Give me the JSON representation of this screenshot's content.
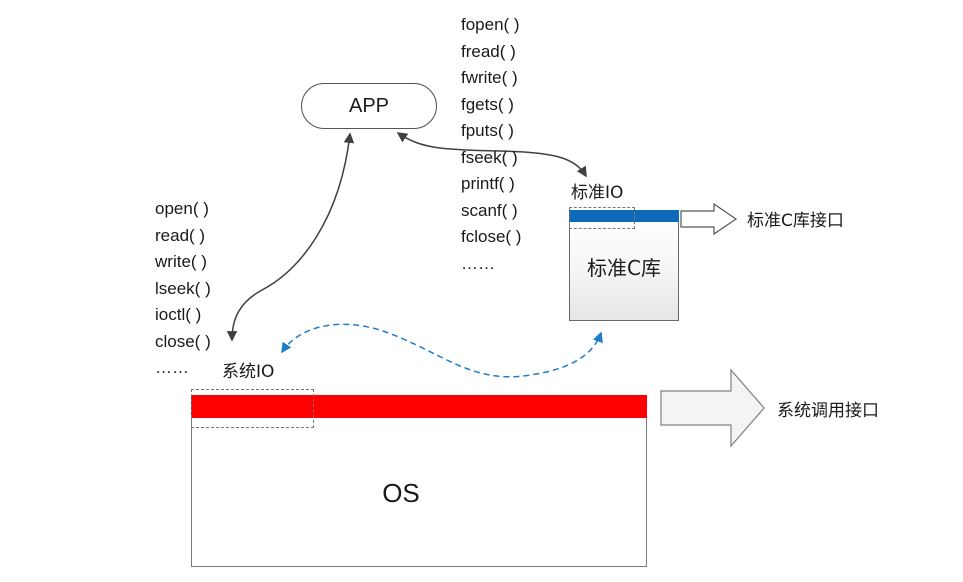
{
  "app": {
    "label": "APP"
  },
  "stdio_functions": [
    "fopen( )",
    "fread( )",
    "fwrite( )",
    "fgets( )",
    "fputs( )",
    "fseek( )",
    "printf( )",
    "scanf( )",
    "fclose( )",
    "……"
  ],
  "sysio_functions": [
    "open( )",
    "read( )",
    "write( )",
    "lseek( )",
    "ioctl( )",
    "close( )",
    "……"
  ],
  "std_io": {
    "label": "标准IO",
    "box_label": "标准C库",
    "interface_label": "标准C库接口",
    "bar_color": "#0e6ab8"
  },
  "sys_io": {
    "label": "系统IO",
    "box_label": "OS",
    "interface_label": "系统调用接口",
    "bar_color": "#ff0000"
  },
  "colors": {
    "solid_arrow": "#404040",
    "dashed_arrow": "#1f7cc6"
  }
}
